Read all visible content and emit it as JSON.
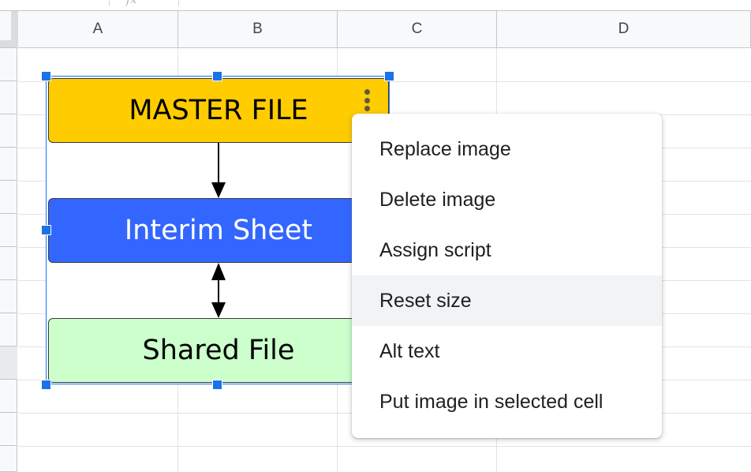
{
  "toolbar": {
    "fx_glyph": "fx"
  },
  "columns": [
    {
      "label": "A"
    },
    {
      "label": "B"
    },
    {
      "label": "C"
    },
    {
      "label": "D"
    }
  ],
  "diagram": {
    "boxes": [
      {
        "label": "MASTER FILE",
        "fill": "#ffcc00",
        "text_color": "#000000"
      },
      {
        "label": "Interim Sheet",
        "fill": "#3366ff",
        "text_color": "#ffffff"
      },
      {
        "label": "Shared File",
        "fill": "#ccffcc",
        "text_color": "#000000"
      }
    ],
    "connectors": [
      {
        "from": "MASTER FILE",
        "to": "Interim Sheet",
        "direction": "one-way"
      },
      {
        "from": "Interim Sheet",
        "to": "Shared File",
        "direction": "two-way"
      }
    ]
  },
  "selection": {
    "color": "#1a73e8",
    "handle_icon": "resize-handle"
  },
  "image_options_icon": "kebab-menu-icon",
  "context_menu": {
    "items": [
      {
        "label": "Replace image",
        "highlighted": false
      },
      {
        "label": "Delete image",
        "highlighted": false
      },
      {
        "label": "Assign script",
        "highlighted": false
      },
      {
        "label": "Reset size",
        "highlighted": true
      },
      {
        "label": "Alt text",
        "highlighted": false
      },
      {
        "label": "Put image in selected cell",
        "highlighted": false
      }
    ]
  }
}
